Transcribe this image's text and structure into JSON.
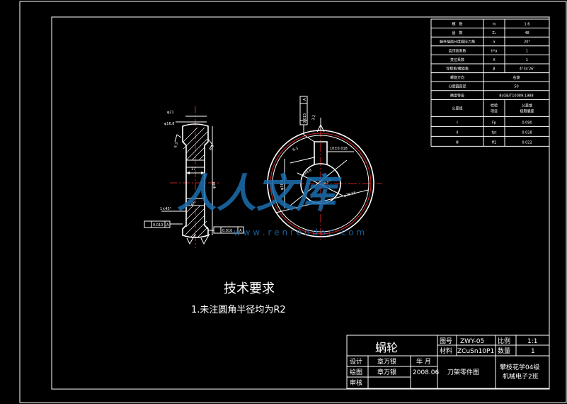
{
  "param_table": [
    [
      "模　数",
      "m",
      "1.6"
    ],
    [
      "齿　数",
      "Z₂",
      "48"
    ],
    [
      "蜗杆端面分度圆压力角",
      "α",
      "20°"
    ],
    [
      "齿顶高系数",
      "h*a",
      "1"
    ],
    [
      "变位系数",
      "X",
      "1"
    ],
    [
      "导程角/螺旋角",
      "β",
      "4°34′26″"
    ],
    [
      "螺旋方向",
      "右旋",
      ""
    ],
    [
      "分度圆直径",
      "50",
      ""
    ],
    [
      "精度等级",
      "8cGB/T10089-1988",
      ""
    ]
  ],
  "tolerance_table": {
    "header": [
      "公差组",
      "检验项目",
      "公差或极限偏差"
    ],
    "rows": [
      [
        "Ⅰ",
        "Fp",
        "0.090"
      ],
      [
        "Ⅱ",
        "fpt",
        "0.028"
      ],
      [
        "Ⅲ",
        "ff2",
        "0.022"
      ]
    ]
  },
  "dimensions": {
    "left": {
      "d1": "φ21",
      "d2": "φ16.8",
      "chamfer": "1×45°",
      "width": "17",
      "dia": "φ38",
      "r": "R6",
      "t1": "0.010",
      "t1ref": "A",
      "t2": "0.010",
      "t2ref": "A",
      "side_left": "6.3",
      "side_right": "6.3"
    },
    "right": {
      "tol": "0.015",
      "tolref": "A",
      "key": "10±0.018",
      "r_small": "6.3",
      "dia_in": "φ14.8",
      "dia_mid": "φ63.8",
      "dia_out": "φ78.15",
      "left": "φ38.3",
      "top": "3.2"
    }
  },
  "notes": {
    "heading": "技术要求",
    "line1": "1.未注圆角半径均为R2"
  },
  "title_block": {
    "name": "蜗轮",
    "drawing_no_label": "图号",
    "drawing_no": "ZWY-05",
    "scale_label": "比例",
    "scale": "1:1",
    "material_label": "材料",
    "material": "ZCuSn10P1",
    "qty_label": "数量",
    "qty": "1",
    "design_label": "设计",
    "designer": "章万银",
    "date_label": "年 月",
    "draw_label": "绘图",
    "drafter": "章万银",
    "date": "2008.06",
    "review_label": "审核",
    "doc_name": "刀架零件图",
    "org1": "攀枝花学04级",
    "org2": "机械电子2班"
  },
  "watermark": {
    "main": "人人文库",
    "url": "w w w . r e n r e n d o c . c o m"
  }
}
